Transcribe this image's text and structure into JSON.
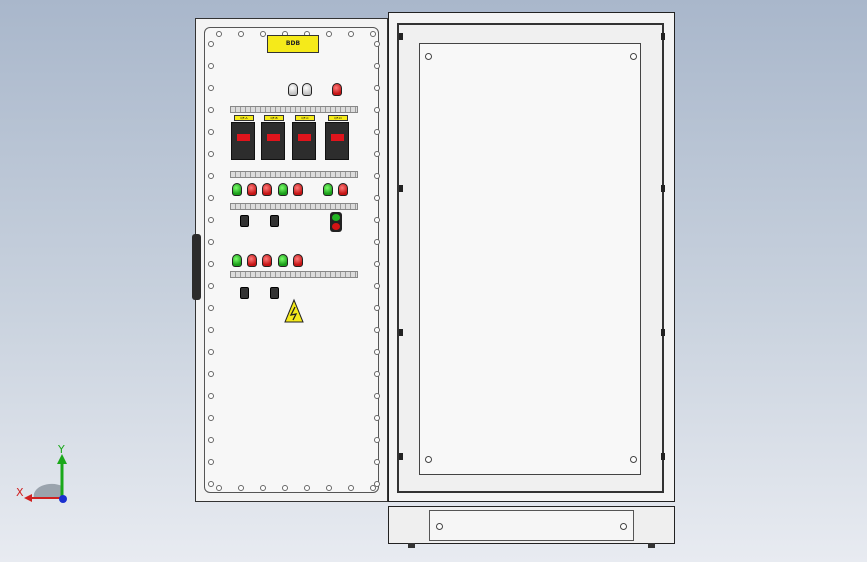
{
  "door": {
    "nameplate_text": "BDB"
  },
  "breakers": [
    {
      "tag": "QF-A"
    },
    {
      "tag": "QF-B"
    },
    {
      "tag": "QF-C"
    },
    {
      "tag": "QF-D"
    }
  ],
  "lamps_row1": [
    "green",
    "red",
    "red",
    "green",
    "red",
    "green",
    "red"
  ],
  "lamps_row2": [
    "green",
    "red",
    "red",
    "green",
    "red"
  ],
  "top_buttons": [
    "white",
    "white",
    "red"
  ],
  "axis": {
    "x_label": "X",
    "y_label": "Y"
  },
  "colors": {
    "background_top": "#a9b7cb",
    "background_bottom": "#e8ebf1",
    "warning": "#f5ea1a"
  }
}
